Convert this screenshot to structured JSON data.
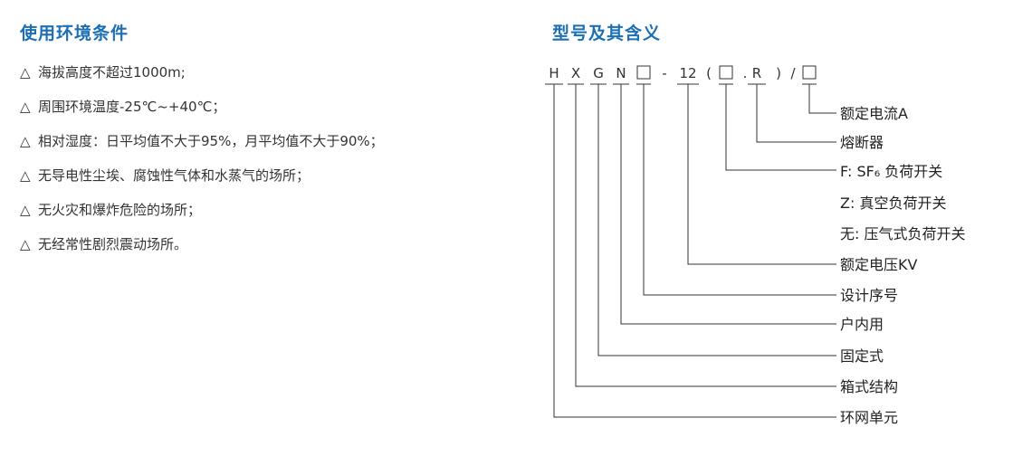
{
  "environment": {
    "title": "使用环境条件",
    "marker": "△",
    "items": [
      "海拔高度不超过1000m;",
      "周围环境温度-25℃~+40℃；",
      "相对湿度：日平均值不大于95%，月平均值不大于90%；",
      "无导电性尘埃、腐蚀性气体和水蒸气的场所；",
      "无火灾和爆炸危险的场所；",
      "无经常性剧烈震动场所。"
    ]
  },
  "model": {
    "title": "型号及其含义",
    "code": {
      "h": "H",
      "x": "X",
      "g": "G",
      "n": "N",
      "dash": "-",
      "voltage": "12",
      "paren_open": "(",
      "dot": ".",
      "r": "R",
      "paren_close": ")",
      "slash": "/"
    },
    "labels": {
      "rated_current": "额定电流A",
      "fuse": "熔断器",
      "switch_f": "F: SF₆ 负荷开关",
      "switch_z": "Z: 真空负荷开关",
      "switch_none": "无: 压气式负荷开关",
      "rated_voltage": "额定电压KV",
      "design_no": "设计序号",
      "indoor": "户内用",
      "fixed": "固定式",
      "box": "箱式结构",
      "ring": "环网单元"
    }
  },
  "colors": {
    "accent": "#1a6fb5",
    "text": "#333333",
    "line": "#333333"
  }
}
